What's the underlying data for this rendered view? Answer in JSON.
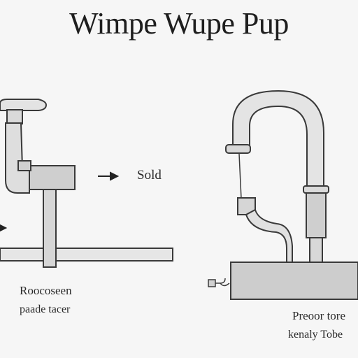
{
  "title": "Wimpe Wupe Pup",
  "labels": {
    "sold": "Sold",
    "left_line1": "Roocoseen",
    "left_line2": "paade tacer",
    "right_line1": "Preoor tore",
    "right_line2": "kenaly Tobe"
  },
  "colors": {
    "background": "#f6f6f6",
    "line": "#3a3a3a",
    "pipe_fill": "#dcdcdc",
    "block_fill": "#cfcfcf",
    "text": "#1e1e1e"
  }
}
